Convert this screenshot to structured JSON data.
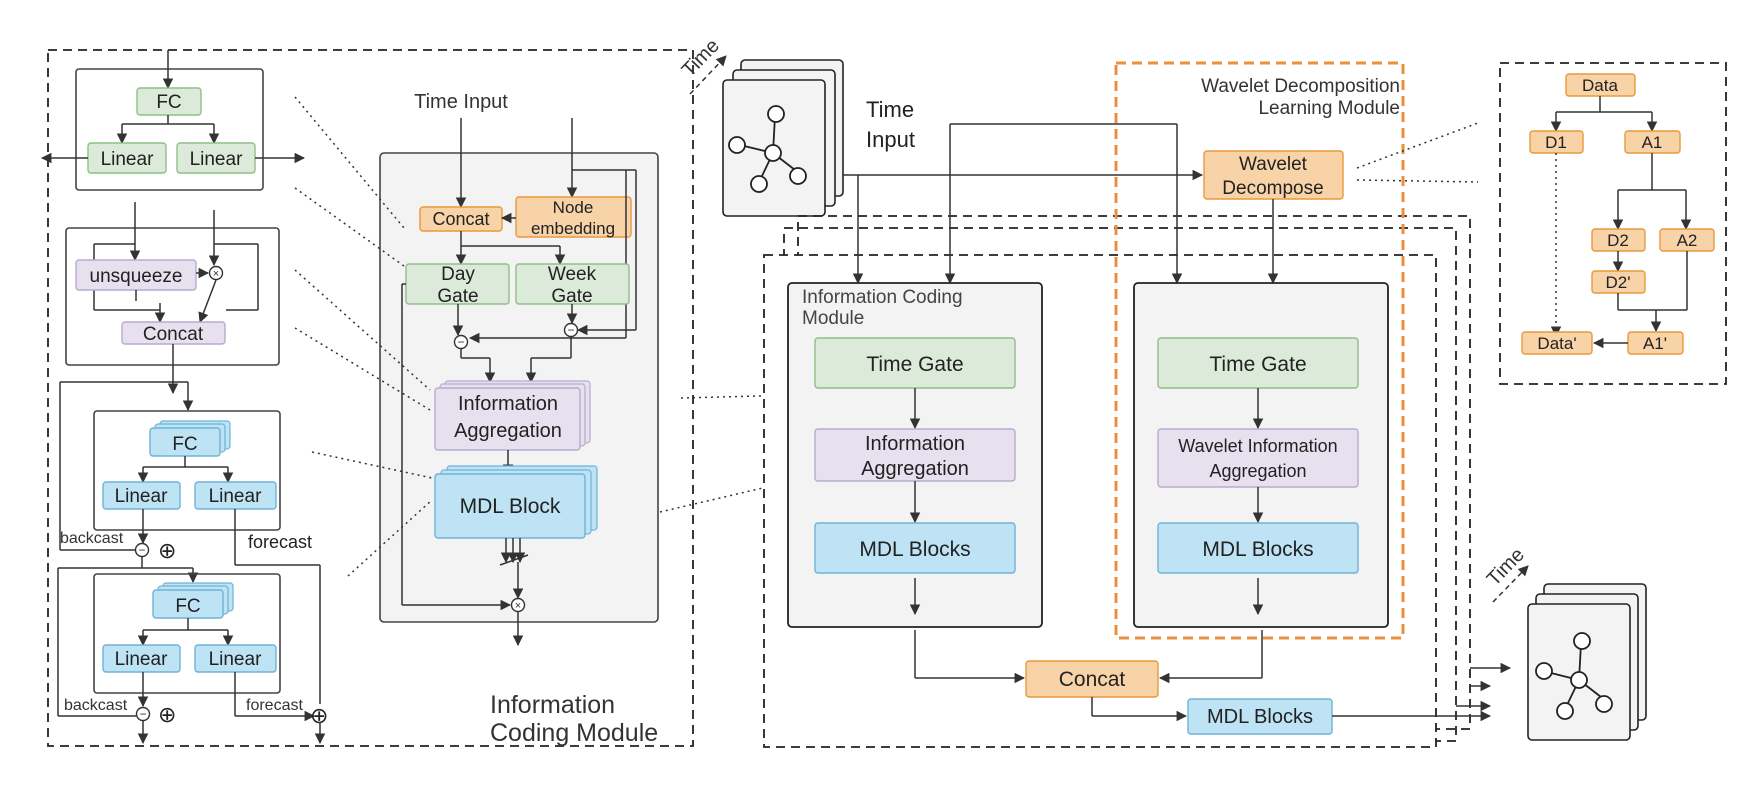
{
  "colors": {
    "green_fill": "#dcebd9",
    "green_stroke": "#8fbf87",
    "purple_fill": "#e6e0ef",
    "purple_stroke": "#b9aacf",
    "blue_fill": "#bde3f4",
    "blue_stroke": "#6fb3d6",
    "orange_fill": "#f9d3a8",
    "orange_stroke": "#e79a3c",
    "panel_fill": "#f3f3f3",
    "line": "#333333",
    "wavelet_border": "#e8913a"
  },
  "left_module": {
    "fc": "FC",
    "linear_left": "Linear",
    "linear_right": "Linear",
    "unsqueeze": "unsqueeze",
    "concat": "Concat",
    "stack1": {
      "fc": "FC",
      "linear_left": "Linear",
      "linear_right": "Linear",
      "backcast": "backcast",
      "forecast": "forecast"
    },
    "stack2": {
      "fc": "FC",
      "linear_left": "Linear",
      "linear_right": "Linear",
      "backcast": "backcast",
      "forecast": "forecast"
    },
    "title_line1": "Information",
    "title_line2": "Coding Module"
  },
  "center_module": {
    "time_input": "Time Input",
    "concat": "Concat",
    "node_embedding_line1": "Node",
    "node_embedding_line2": "embedding",
    "day_gate_line1": "Day",
    "day_gate_line2": "Gate",
    "week_gate_line1": "Week",
    "week_gate_line2": "Gate",
    "info_agg_line1": "Information",
    "info_agg_line2": "Aggregation",
    "mdl_block": "MDL Block"
  },
  "graph_input": {
    "time_label": "Time"
  },
  "time_input_label": {
    "line1": "Time",
    "line2": "Input"
  },
  "wavelet_module": {
    "title_line1": "Wavelet Decomposition",
    "title_line2": "Learning Module",
    "decompose_line1": "Wavelet",
    "decompose_line2": "Decompose"
  },
  "coding_panel": {
    "title_line1": "Information Coding",
    "title_line2": "Module",
    "time_gate": "Time Gate",
    "info_agg_line1": "Information",
    "info_agg_line2": "Aggregation",
    "mdl_blocks": "MDL Blocks"
  },
  "wavelet_panel": {
    "time_gate": "Time Gate",
    "wavelet_agg_line1": "Wavelet Information",
    "wavelet_agg_line2": "Aggregation",
    "mdl_blocks": "MDL Blocks"
  },
  "bottom": {
    "concat": "Concat",
    "mdl_blocks": "MDL Blocks"
  },
  "graph_output": {
    "time_label": "Time"
  },
  "wavelet_tree": {
    "data": "Data",
    "d1": "D1",
    "a1": "A1",
    "d2": "D2",
    "a2": "A2",
    "d2p": "D2'",
    "data_p": "Data'",
    "a1p": "A1'"
  }
}
